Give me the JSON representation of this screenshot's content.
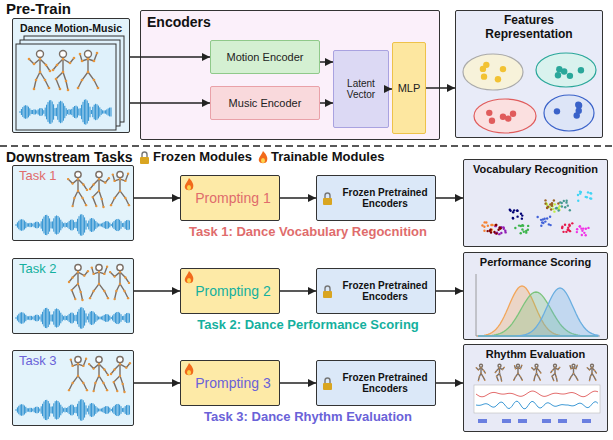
{
  "diagram": {
    "nodes": [
      {
        "text": [
          "Dance Motion-Music"
        ]
      },
      {
        "text": [
          "Encoders"
        ]
      },
      {
        "text": [
          "Motion Encoder"
        ],
        "in": 1
      },
      {
        "text": [
          "Music Encoder"
        ],
        "in": 1
      },
      {
        "text": [
          "Latent Vector"
        ],
        "in": 1
      },
      {
        "text": [
          "MLP"
        ],
        "in": 1
      },
      {
        "text": [
          "Features Representation"
        ]
      },
      {
        "text": [
          "Task 1"
        ]
      },
      {
        "text": [
          "Prompting 1"
        ]
      },
      {
        "text": [
          "Frozen Pretrained Encoders"
        ]
      },
      {
        "text": [
          "Vocabulary Recognition"
        ]
      },
      {
        "text": [
          "Task 2"
        ]
      },
      {
        "text": [
          "Prompting 2"
        ]
      },
      {
        "text": [
          "Frozen Pretrained Encoders"
        ]
      },
      {
        "text": [
          "Performance Scoring"
        ]
      },
      {
        "text": [
          "Task 3"
        ]
      },
      {
        "text": [
          "Prompting 3"
        ]
      },
      {
        "text": [
          "Frozen Pretrained Encoders"
        ]
      },
      {
        "text": [
          "Rhythm Evaluation"
        ]
      }
    ],
    "edges": [
      {
        "from": 0,
        "to": 2,
        "arrow": "to"
      },
      {
        "from": 0,
        "to": 3,
        "arrow": "to"
      },
      {
        "from": 2,
        "to": 4,
        "arrow": "to"
      },
      {
        "from": 3,
        "to": 4,
        "arrow": "to"
      },
      {
        "from": 4,
        "to": 5,
        "arrow": "to"
      },
      {
        "from": 5,
        "to": 6,
        "arrow": "to"
      },
      {
        "from": 7,
        "to": 8,
        "arrow": "to"
      },
      {
        "from": 8,
        "to": 9,
        "arrow": "to"
      },
      {
        "from": 9,
        "to": 10,
        "arrow": "to"
      },
      {
        "from": 11,
        "to": 12,
        "arrow": "to"
      },
      {
        "from": 12,
        "to": 13,
        "arrow": "to"
      },
      {
        "from": 13,
        "to": 14,
        "arrow": "to"
      },
      {
        "from": 15,
        "to": 16,
        "arrow": "to"
      },
      {
        "from": 16,
        "to": 17,
        "arrow": "to"
      },
      {
        "from": 17,
        "to": 18,
        "arrow": "to"
      }
    ],
    "labels": [
      "Pre-Train",
      "Downstream Tasks",
      "Frozen Modules",
      "Trainable Modules",
      "Task 1: Dance Vocabulary Regocnition",
      "Task 2: Dance Performance Scoring",
      "Task 3: Dance Rhythm Evaluation"
    ]
  }
}
